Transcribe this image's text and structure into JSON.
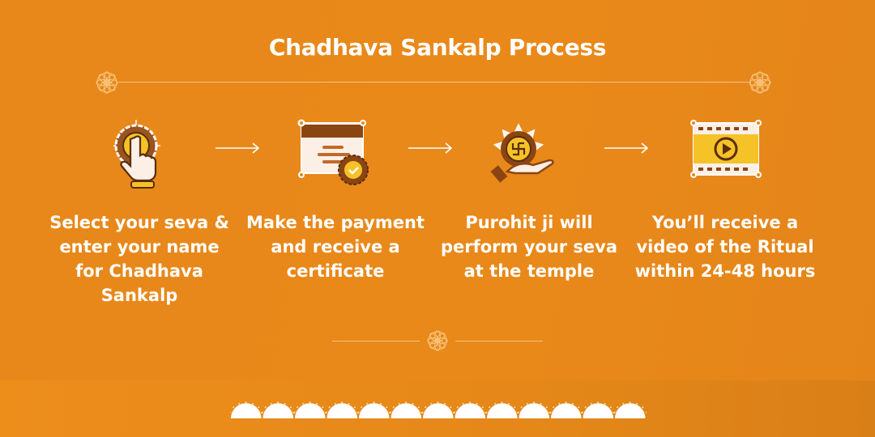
{
  "title": "Chadhava Sankalp Process",
  "colors": {
    "background": "#E8891A",
    "accent_brown": "#8B4513",
    "yellow": "#F5C228",
    "cream": "#FCEFE6"
  },
  "steps": [
    {
      "icon": "hand-tap-icon",
      "text": "Select your seva & enter your name for Chadhava Sankalp"
    },
    {
      "icon": "certificate-icon",
      "text": "Make the payment and receive a certificate"
    },
    {
      "icon": "swastika-offering-icon",
      "text": "Purohit ji will perform your seva at the temple"
    },
    {
      "icon": "video-play-icon",
      "text": "You’ll receive a video of the Ritual within 24-48 hours"
    }
  ]
}
